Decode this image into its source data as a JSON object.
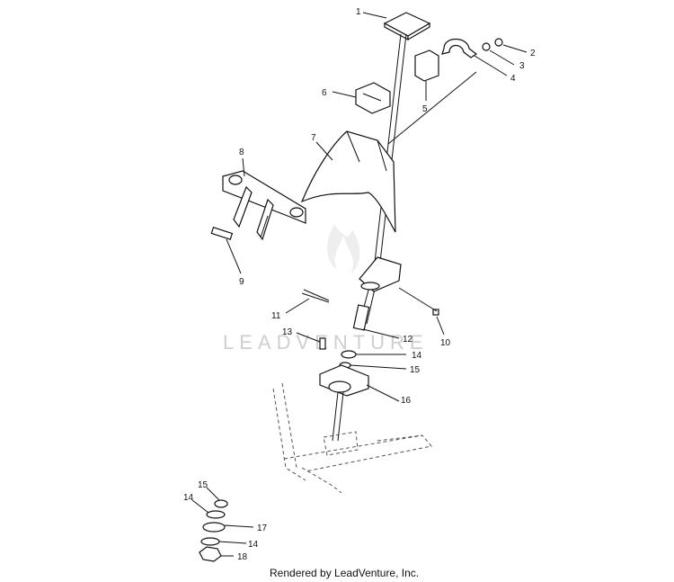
{
  "watermark": "LEADVENTURE",
  "footer": "Rendered by LeadVenture, Inc.",
  "callouts": [
    "1",
    "2",
    "3",
    "4",
    "5",
    "6",
    "7",
    "8",
    "9",
    "10",
    "11",
    "12",
    "13",
    "14",
    "15",
    "16",
    "15",
    "14",
    "17",
    "14",
    "18"
  ]
}
